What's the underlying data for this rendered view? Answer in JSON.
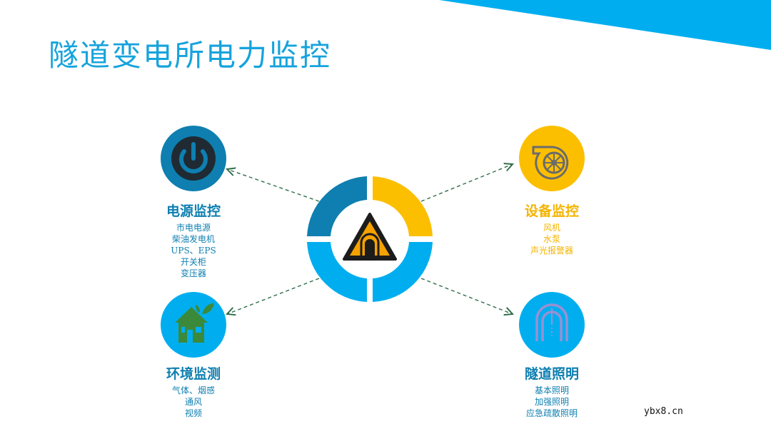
{
  "title": "隧道变电所电力监控",
  "center": {
    "icon": "tunnel-warning-icon"
  },
  "modules": [
    {
      "key": "power",
      "icon": "power-button-icon",
      "heading": "电源监控",
      "items": [
        "市电电源",
        "柴油发电机",
        "UPS、EPS",
        "开关柜",
        "变压器"
      ]
    },
    {
      "key": "equipment",
      "icon": "turbine-fan-icon",
      "heading": "设备监控",
      "items": [
        "风机",
        "水泵",
        "声光报警器"
      ]
    },
    {
      "key": "environment",
      "icon": "eco-house-icon",
      "heading": "环境监测",
      "items": [
        "气体、烟感",
        "通风",
        "视频"
      ]
    },
    {
      "key": "lighting",
      "icon": "tunnel-lamp-icon",
      "heading": "隧道照明",
      "items": [
        "基本照明",
        "加强照明",
        "应急疏散照明"
      ]
    }
  ],
  "colors": {
    "accent": "#16a3dc",
    "dark_blue": "#0e7fb0",
    "light_blue": "#00aeef",
    "yellow": "#fcbf00",
    "green": "#3b8a3c",
    "purple": "#9b8fd3",
    "arrow": "#2f6e4a"
  },
  "watermark": "ybx8.cn"
}
